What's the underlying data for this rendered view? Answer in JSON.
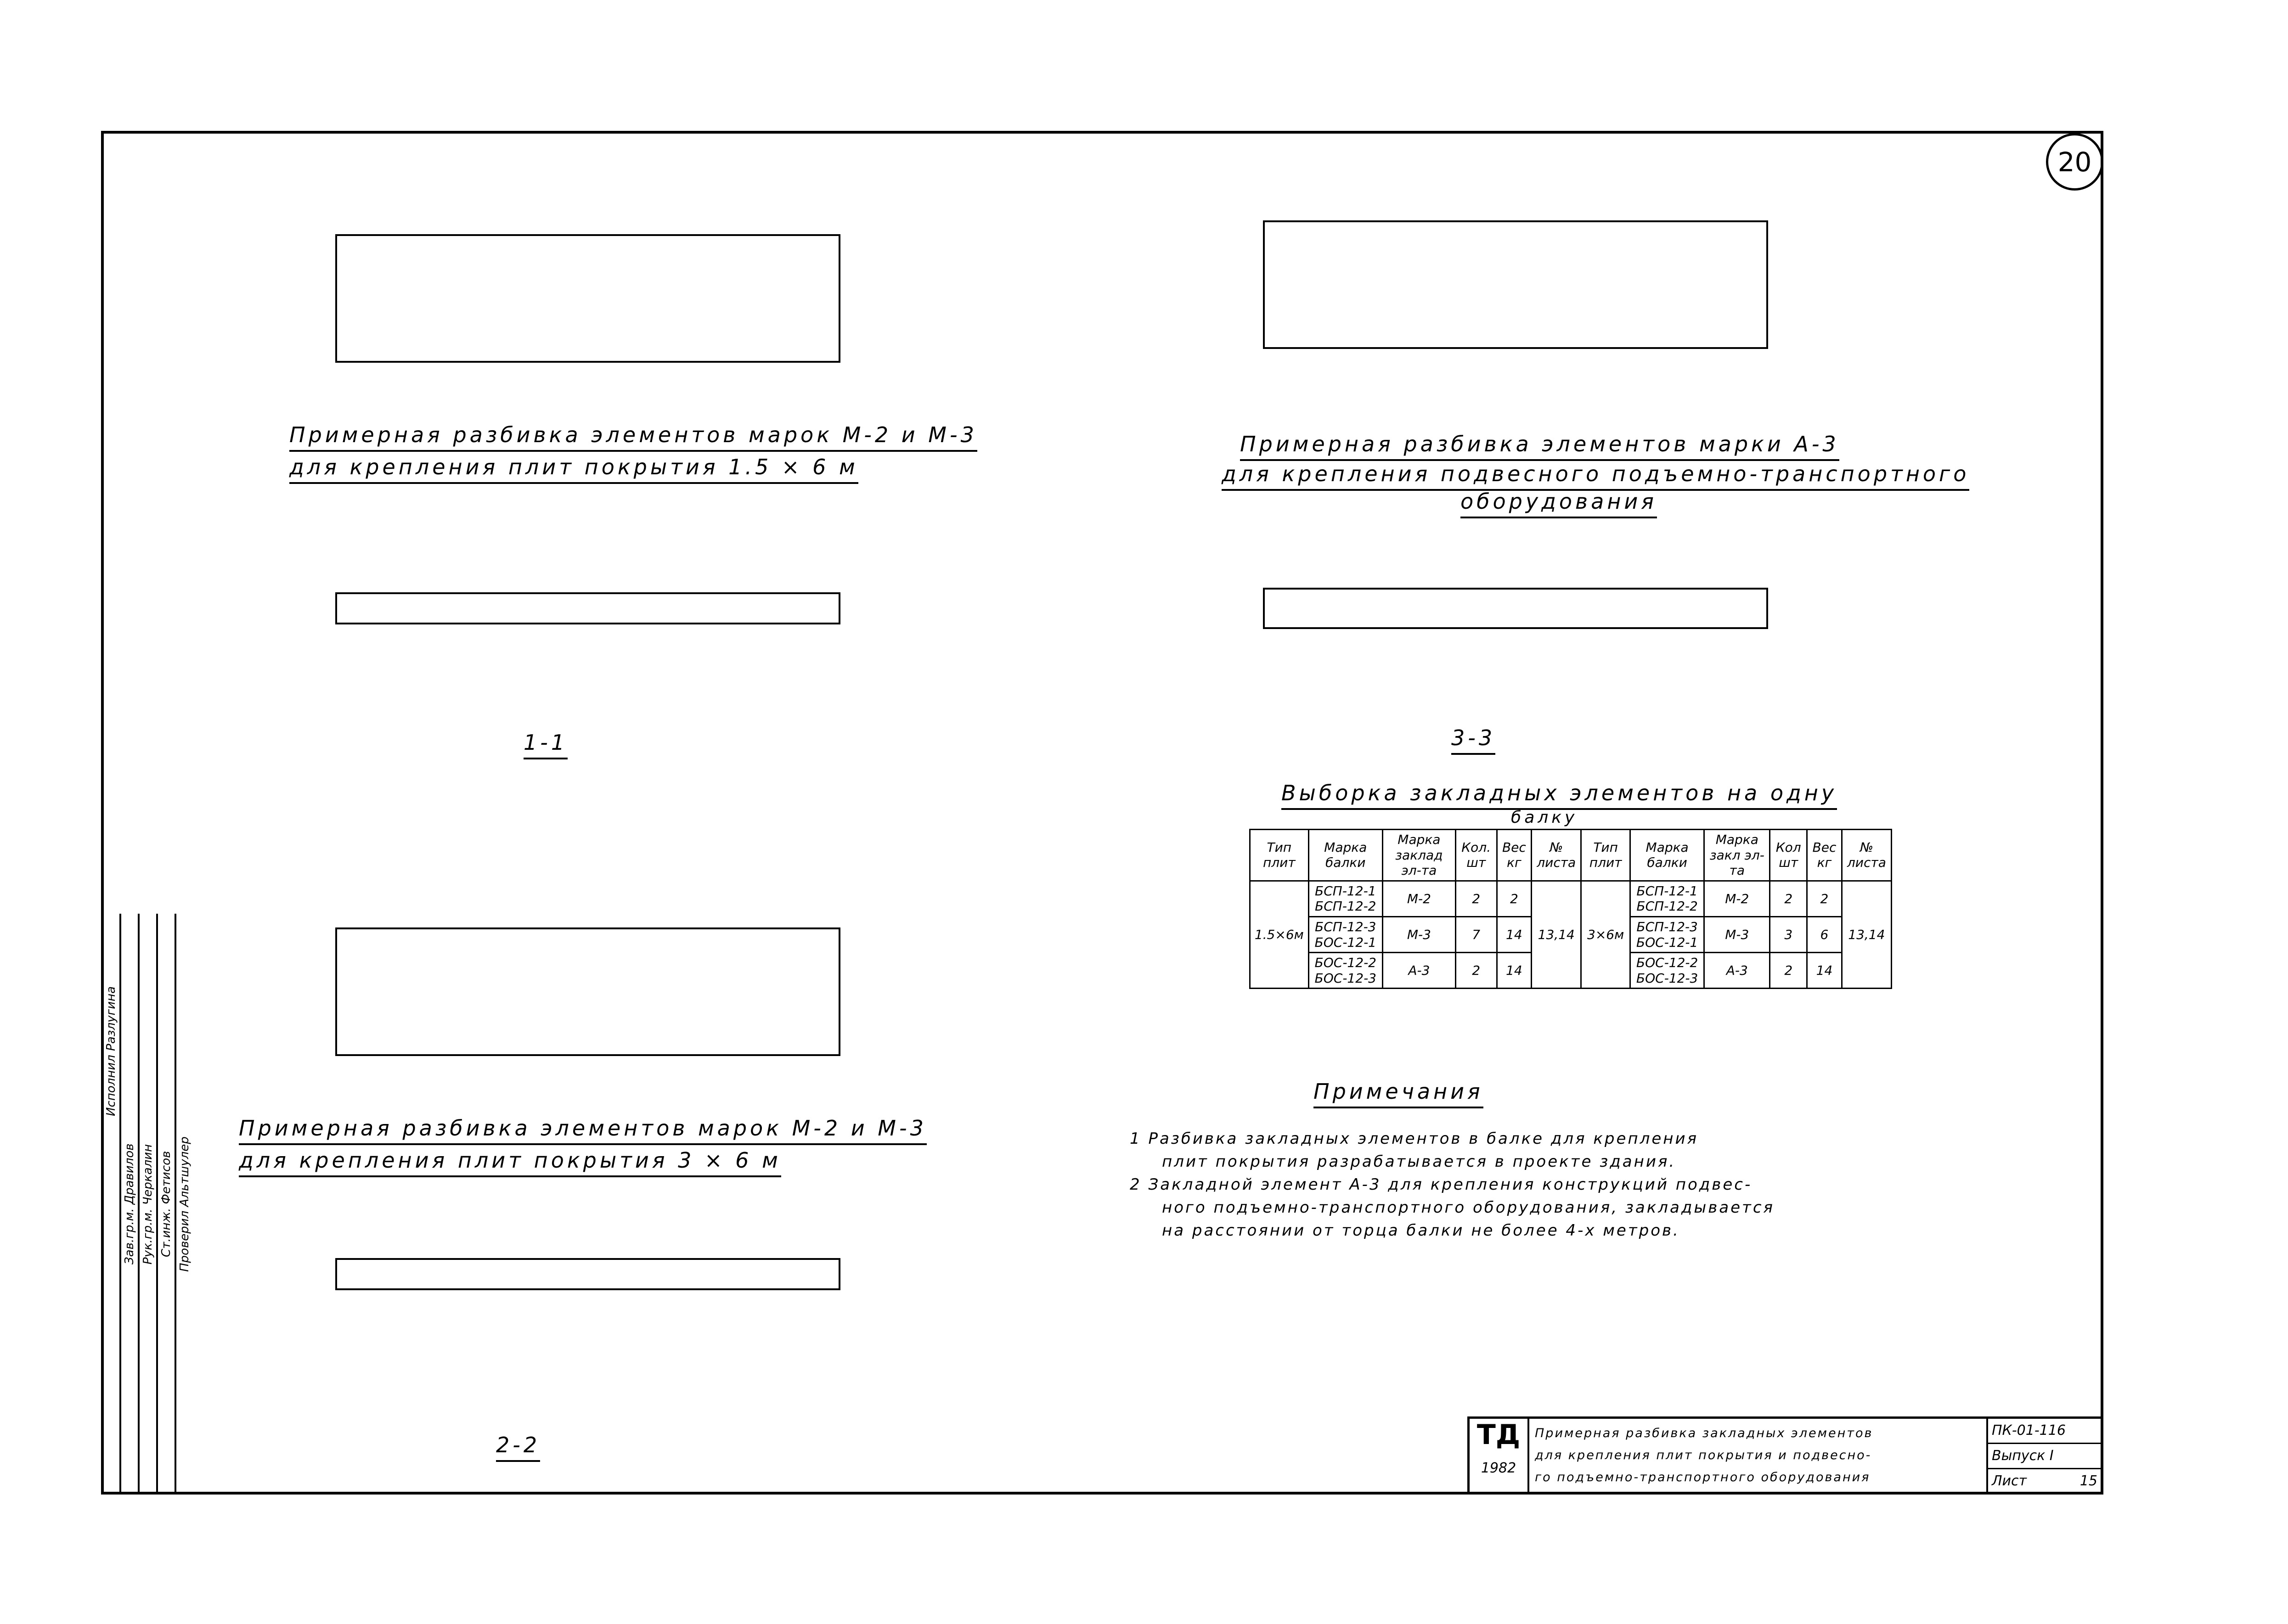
{
  "page_number": "20",
  "captions": {
    "c1a": "Примерная разбивка элементов марок М-2 и М-3",
    "c1b": "для крепления плит покрытия 1.5 × 6 м",
    "s11": "1-1",
    "c2a": "Примерная разбивка элементов марок М-2 и М-3",
    "c2b": "для крепления плит покрытия 3 × 6 м",
    "s22": "2-2",
    "c3a": "Примерная разбивка элементов марки А-3",
    "c3b": "для крепления подвесного подъемно-транспортного",
    "c3c": "оборудования",
    "s33": "3-3"
  },
  "table": {
    "title": "Выборка закладных элементов на одну",
    "title2": "балку",
    "h": [
      "Тип плит",
      "Марка балки",
      "Марка заклад эл-та",
      "Кол. шт",
      "Вес кг",
      "№ листа",
      "Тип плит",
      "Марка балки",
      "Марка закл эл-та",
      "Кол шт",
      "Вес кг",
      "№ листа"
    ],
    "type1": "1.5×6м",
    "sheet1": "13,14",
    "type2": "3×6м",
    "sheet2": "13,14",
    "rows": [
      [
        "БСП-12-1\nБСП-12-2",
        "М-2",
        "2",
        "2",
        "БСП-12-1\nБСП-12-2",
        "М-2",
        "2",
        "2"
      ],
      [
        "БСП-12-3\nБОС-12-1",
        "М-3",
        "7",
        "14",
        "БСП-12-3\nБОС-12-1",
        "М-3",
        "3",
        "6"
      ],
      [
        "БОС-12-2\nБОС-12-3",
        "А-3",
        "2",
        "14",
        "БОС-12-2\nБОС-12-3",
        "А-3",
        "2",
        "14"
      ]
    ]
  },
  "notes": {
    "heading": "Примечания",
    "n1a": "1 Разбивка закладных элементов в балке для крепления",
    "n1b": "плит покрытия разрабатывается в проекте здания.",
    "n2a": "2 Закладной элемент А-3 для крепления конструкций подвес-",
    "n2b": "ного подъемно-транспортного оборудования, закладывается",
    "n2c": "на расстоянии от торца балки не более 4-х метров."
  },
  "title_block": {
    "logo": "ТД",
    "year": "1982",
    "l1": "Примерная разбивка закладных элементов",
    "l2": "для крепления плит покрытия и подвесно-",
    "l3": "го подъемно-транспортного оборудования",
    "code": "ПК-01-116",
    "issue": "Выпуск I",
    "sheet_label": "Лист",
    "sheet": "15"
  },
  "stamp": {
    "r1": "Исполнил Разлугина",
    "r2": "Зав.гр.м. Дравилов",
    "r3": "Рук.гр.м. Черкалин",
    "r4": "Ст.инж. Фетисов",
    "r5": "Проверил Альтшулер"
  }
}
